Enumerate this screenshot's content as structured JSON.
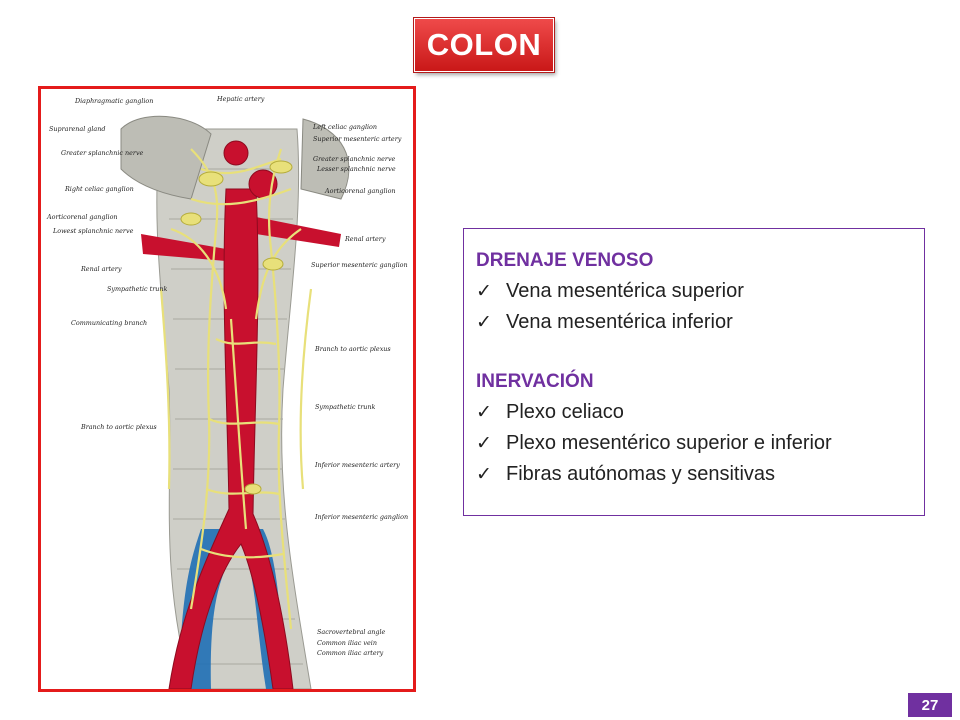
{
  "slide": {
    "title": "COLON",
    "page_number": "27"
  },
  "figure": {
    "labels_left": [
      "Diaphragmatic ganglion",
      "Suprarenal gland",
      "Greater splanchnic nerve",
      "Right celiac ganglion",
      "Aorticorenal ganglion",
      "Lowest splanchnic nerve",
      "Renal artery",
      "Sympathetic trunk",
      "Communicating branch",
      "Branch to aortic plexus"
    ],
    "labels_right": [
      "Hepatic artery",
      "Left celiac ganglion",
      "Superior mesenteric artery",
      "Greater splanchnic nerve",
      "Lesser splanchnic nerve",
      "Aorticorenal ganglion",
      "Renal artery",
      "Superior mesenteric ganglion",
      "Branch to aortic plexus",
      "Sympathetic trunk",
      "Inferior mesenteric artery",
      "Inferior mesenteric ganglion",
      "Sacrovertebral angle",
      "Common iliac vein",
      "Common iliac artery"
    ]
  },
  "info": {
    "section1": {
      "heading": "DRENAJE VENOSO",
      "items": [
        "Vena mesentérica superior",
        "Vena mesentérica inferior"
      ]
    },
    "section2": {
      "heading": "INERVACIÓN",
      "items": [
        "Plexo celiaco",
        "Plexo mesentérico superior e inferior",
        "Fibras autónomas y sensitivas"
      ]
    }
  },
  "colors": {
    "title_red": "#d42424",
    "frame_red": "#e41b1b",
    "accent_purple": "#7030a0",
    "artery_red": "#c8102e",
    "vein_blue": "#1f6fb5",
    "nerve_yellow": "#e8e07a"
  }
}
